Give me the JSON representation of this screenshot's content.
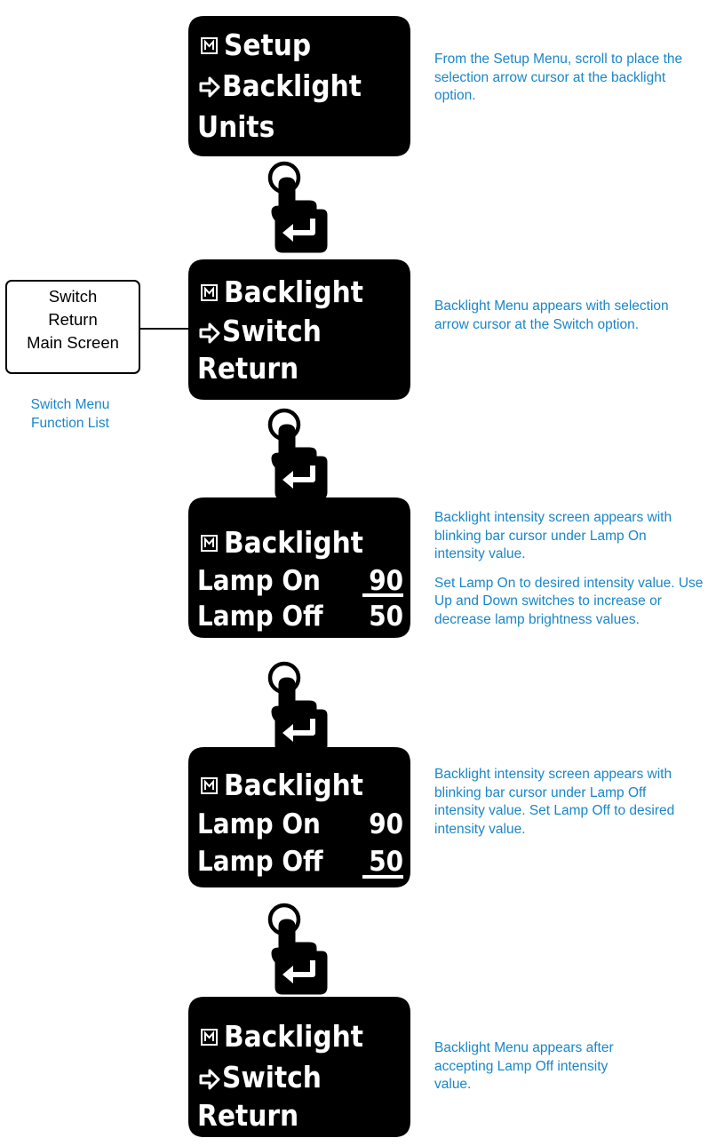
{
  "screens": [
    {
      "lines": [
        "Setup",
        "Backlight",
        "Units"
      ],
      "description": [
        "From the Setup Menu, scroll to place the selection arrow cursor at the backlight option."
      ]
    },
    {
      "lines": [
        "Backlight",
        "Switch",
        "Return"
      ],
      "description": [
        "Backlight Menu appears with selection arrow cursor at the Switch option."
      ]
    },
    {
      "lines": [
        "Backlight",
        "Lamp On",
        "Lamp Off"
      ],
      "values": [
        "90",
        "50"
      ],
      "description": [
        "Backlight intensity screen appears with blinking bar cursor under Lamp On intensity value.",
        "Set Lamp On to desired intensity value. Use Up and Down switches to increase or decrease lamp brightness values."
      ]
    },
    {
      "lines": [
        "Backlight",
        "Lamp On",
        "Lamp Off"
      ],
      "values": [
        "90",
        "50"
      ],
      "description": [
        "Backlight intensity screen appears with blinking bar cursor under Lamp Off intensity value. Set Lamp Off to desired intensity value."
      ]
    },
    {
      "lines": [
        "Backlight",
        "Switch",
        "Return"
      ],
      "description": [
        "Backlight Menu appears after accepting Lamp Off intensity value."
      ]
    }
  ],
  "function_list": {
    "items": [
      "Switch",
      "Return",
      "Main Screen"
    ],
    "caption": "Switch Menu Function List"
  },
  "colors": {
    "accent_text": "#1a86c8",
    "screen": "#000000",
    "screen_text": "#ffffff"
  },
  "icons": {
    "menu": "menu-m-icon",
    "cursor": "arrow-cursor-icon",
    "press": "press-enter-hand-icon"
  }
}
